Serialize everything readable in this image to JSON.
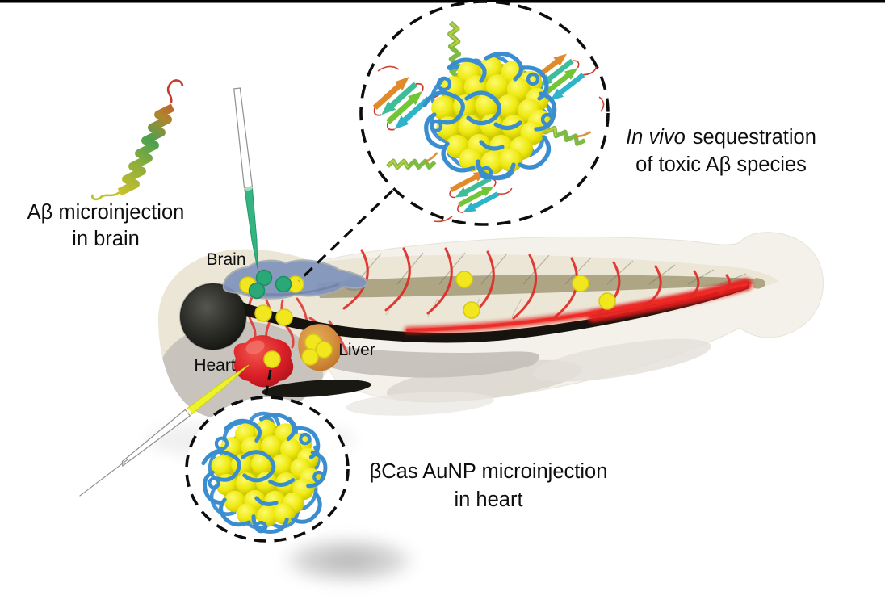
{
  "labels": {
    "ab_injection": {
      "line1": "Aβ microinjection",
      "line2": "in brain"
    },
    "sequestration": {
      "italic": "In vivo",
      "rest": "sequestration",
      "line2": "of toxic Aβ species"
    },
    "bcas_injection": {
      "line1": "βCas AuNP microinjection",
      "line2": "in heart"
    },
    "organs": {
      "brain": "Brain",
      "heart": "Heart",
      "liver": "Liver"
    }
  },
  "structures": {
    "abeta_peptide_icon": "rainbow-alpha-helix",
    "aunp_core_icon": "gold-nanoparticle-cluster",
    "bcas_corona_icon": "blue-protein-ribbons",
    "abeta_fibril_icon": "rainbow-beta-sheet-arrows",
    "brain_needle_icon": "green-microinjection-pipette",
    "heart_needle_icon": "yellow-microinjection-pipette"
  },
  "colors": {
    "background": "#ffffff",
    "top_rule": "#000000",
    "fish_body": "#ebe6d5",
    "fin_fold": "#f3f1ea",
    "yolk_gray": "#c8c4bd",
    "notochord": "#ada584",
    "gut_stripe": "#16130e",
    "vessel_red": "#e02420",
    "brain_blue": "#8095bd",
    "heart_red": "#d8242b",
    "liver_orange": "#d28a3a",
    "gold": "#e8e216",
    "ribbon_blue": "#3a8ed0",
    "needle_green": "#35b381",
    "needle_yellow": "#eef229",
    "particle_yellow": "#f2e71e",
    "particle_green": "#2aa878",
    "text": "#0e0e0e"
  }
}
